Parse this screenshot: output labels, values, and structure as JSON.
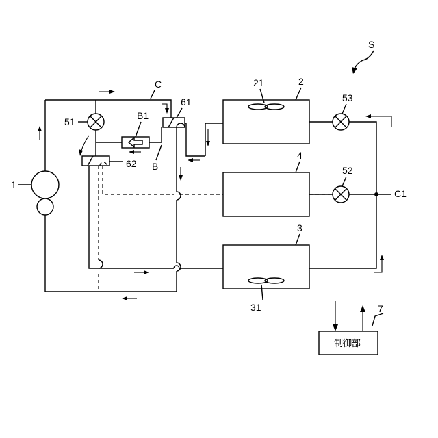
{
  "labels": {
    "system": "S",
    "compressor": "1",
    "outdoor_unit": "2",
    "outdoor_fan": "21",
    "indoor_unit_bottom": "3",
    "indoor_fan": "31",
    "middle_unit": "4",
    "valve_51": "51",
    "valve_52": "52",
    "valve_53": "53",
    "four_way_61": "61",
    "four_way_62": "62",
    "bypass_B": "B",
    "bypass_valve_B1": "B1",
    "circuit_C": "C",
    "branch_C1": "C1",
    "control_number": "7",
    "control_unit": "制御部"
  }
}
